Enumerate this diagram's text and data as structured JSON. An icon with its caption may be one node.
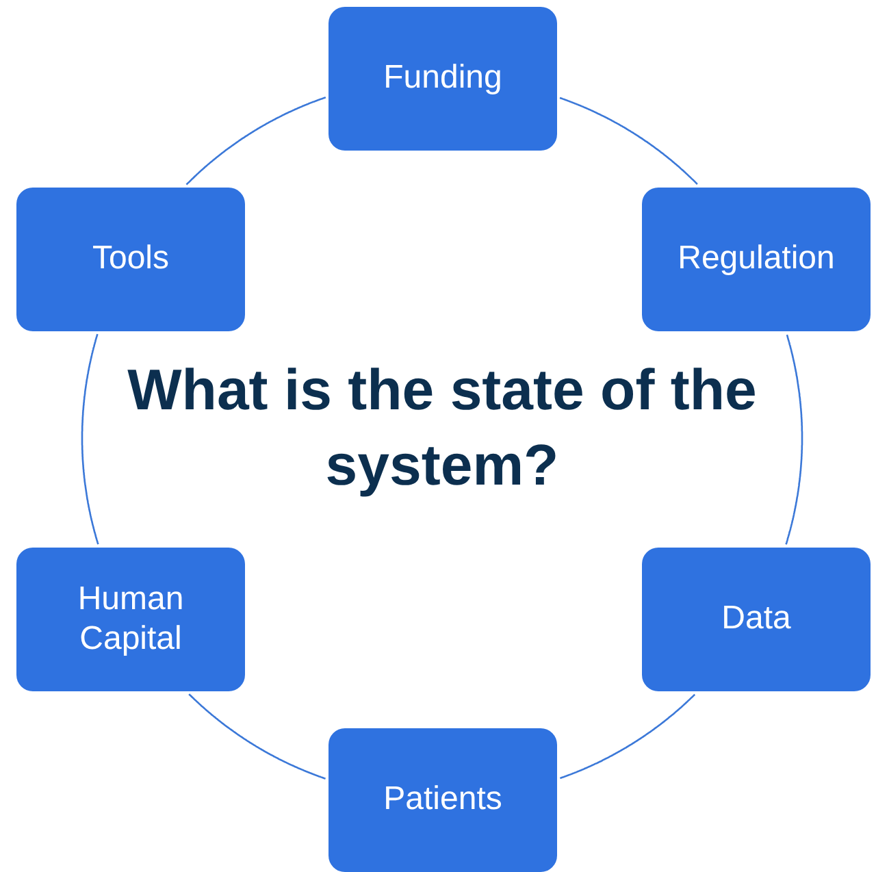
{
  "diagram": {
    "title": "What is the state of the system?",
    "nodes": [
      {
        "text": [
          "Funding"
        ]
      },
      {
        "text": [
          "Regulation"
        ]
      },
      {
        "text": [
          "Data"
        ]
      },
      {
        "text": [
          "Patients"
        ]
      },
      {
        "text": [
          "Human Capital"
        ]
      },
      {
        "text": [
          "Tools"
        ]
      }
    ],
    "edges": [
      {
        "from": 0,
        "to": 1,
        "arrow": "none"
      },
      {
        "from": 1,
        "to": 2,
        "arrow": "none"
      },
      {
        "from": 2,
        "to": 3,
        "arrow": "none"
      },
      {
        "from": 3,
        "to": 4,
        "arrow": "none"
      },
      {
        "from": 4,
        "to": 5,
        "arrow": "none"
      },
      {
        "from": 5,
        "to": 0,
        "arrow": "none"
      }
    ]
  }
}
